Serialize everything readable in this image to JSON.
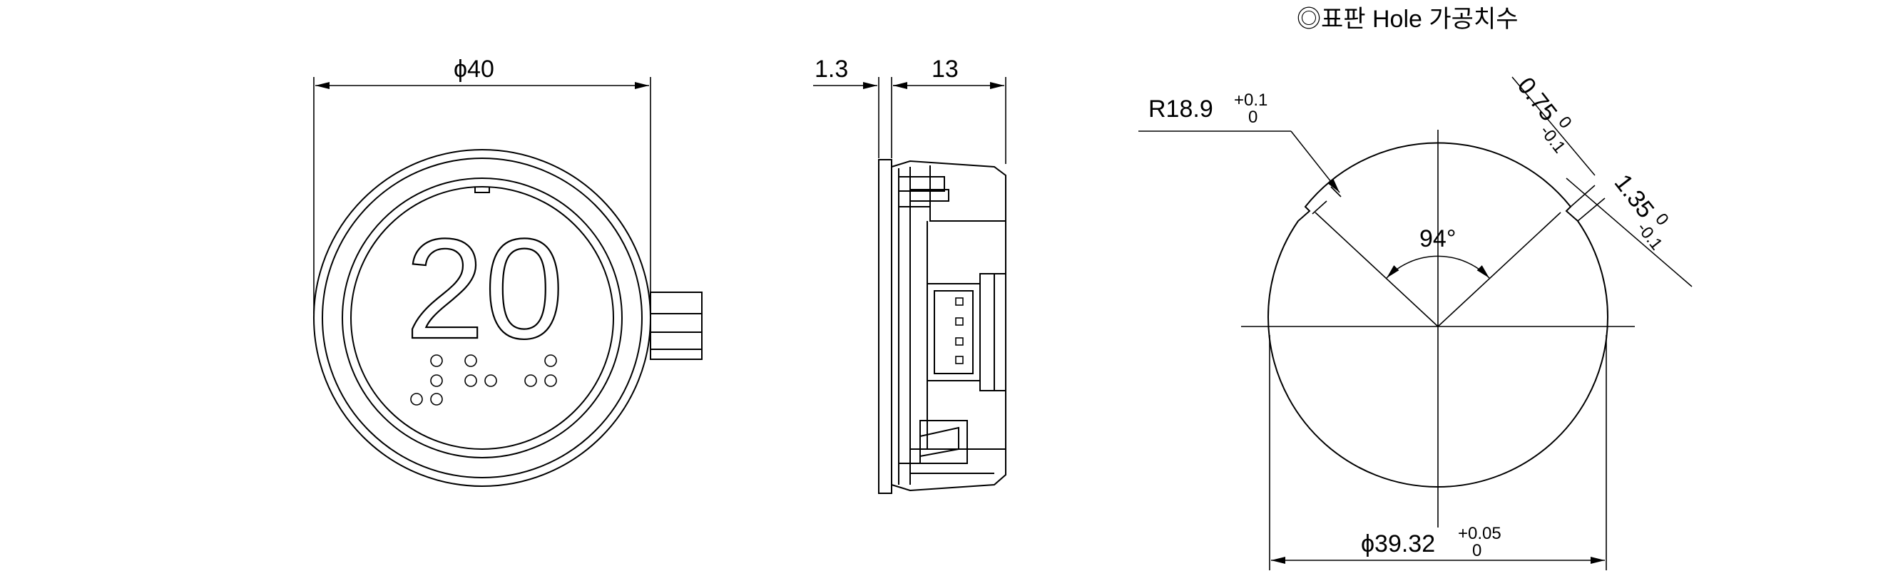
{
  "title": "◎표판 Hole 가공치수",
  "front": {
    "floor_number": "20",
    "diameter_label": "ϕ40"
  },
  "side": {
    "thickness_label": "1.3",
    "depth_label": "13"
  },
  "hole": {
    "radius_label": "R18.9",
    "radius_tol_plus": "+0.1",
    "radius_tol_minus": "0",
    "angle_label": "94°",
    "notch_width_label": "0.75",
    "notch_width_tol_plus": "0",
    "notch_width_tol_minus": "-0.1",
    "notch_depth_label": "1.35",
    "notch_depth_tol_plus": "0",
    "notch_depth_tol_minus": "-0.1",
    "diameter_label": "ϕ39.32",
    "diameter_tol_plus": "+0.05",
    "diameter_tol_minus": "0"
  }
}
